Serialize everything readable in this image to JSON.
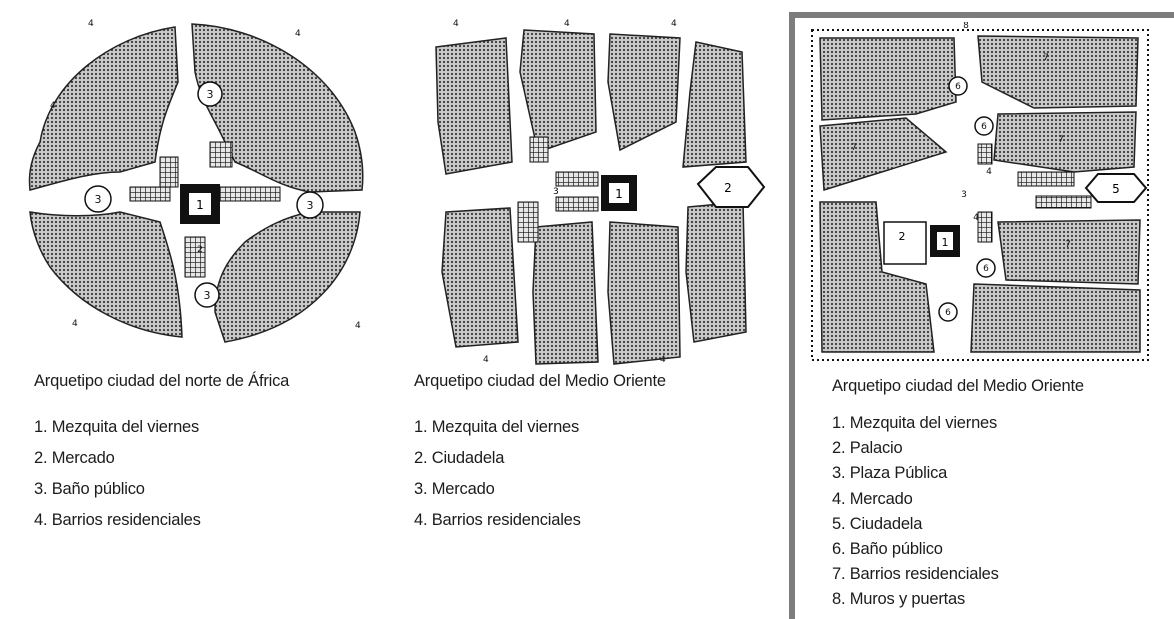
{
  "panels": [
    {
      "caption": "Arquetipo ciudad del norte de África",
      "legend": [
        "1. Mezquita del viernes",
        "2. Mercado",
        "3. Baño público",
        "4. Barrios residenciales"
      ],
      "map_labels": {
        "mosque": "1",
        "market": "2",
        "bath": "3",
        "residential": "4"
      }
    },
    {
      "caption": "Arquetipo ciudad del Medio Oriente",
      "legend": [
        "1. Mezquita del viernes",
        "2. Ciudadela",
        "3. Mercado",
        "4. Barrios residenciales"
      ],
      "map_labels": {
        "mosque": "1",
        "citadel": "2",
        "market": "3",
        "residential": "4"
      }
    },
    {
      "caption": "Arquetipo ciudad del Medio Oriente",
      "legend": [
        "1. Mezquita del viernes",
        "2. Palacio",
        "3. Plaza Pública",
        "4. Mercado",
        "5. Ciudadela",
        "6. Baño público",
        "7. Barrios residenciales",
        "8. Muros y puertas"
      ],
      "map_labels": {
        "mosque": "1",
        "palace": "2",
        "plaza": "3",
        "market": "4",
        "citadel": "5",
        "bath": "6",
        "residential": "7",
        "gate": "8"
      }
    }
  ],
  "colors": {
    "frame": "#7d7d7d",
    "block_fill": "#9a9a9a",
    "ink": "#111111"
  }
}
